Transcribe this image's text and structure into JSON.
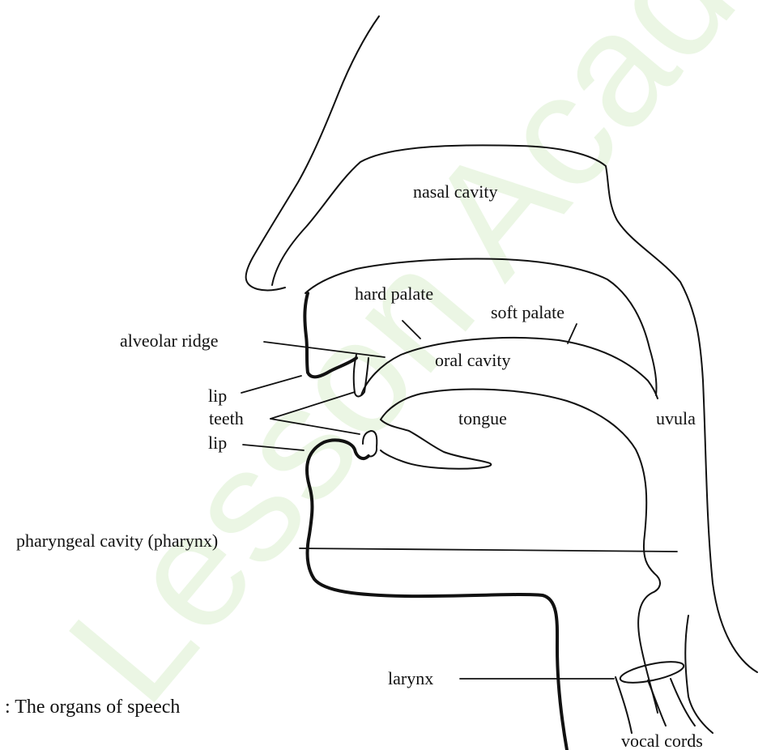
{
  "labels": {
    "nasal_cavity": "nasal cavity",
    "hard_palate": "hard palate",
    "soft_palate": "soft palate",
    "alveolar_ridge": "alveolar ridge",
    "oral_cavity": "oral cavity",
    "lip_upper": "lip",
    "teeth": "teeth",
    "lip_lower": "lip",
    "tongue": "tongue",
    "uvula": "uvula",
    "pharyngeal_cavity": "pharyngeal cavity (pharynx)",
    "larynx": "larynx",
    "vocal_cords": "vocal cords"
  },
  "caption": ": The organs of speech",
  "watermark": {
    "text": "Lesson Academy",
    "color": "#6abf3a"
  },
  "colors": {
    "ink": "#111111",
    "background": "#ffffff",
    "watermark": "#6abf3a"
  }
}
